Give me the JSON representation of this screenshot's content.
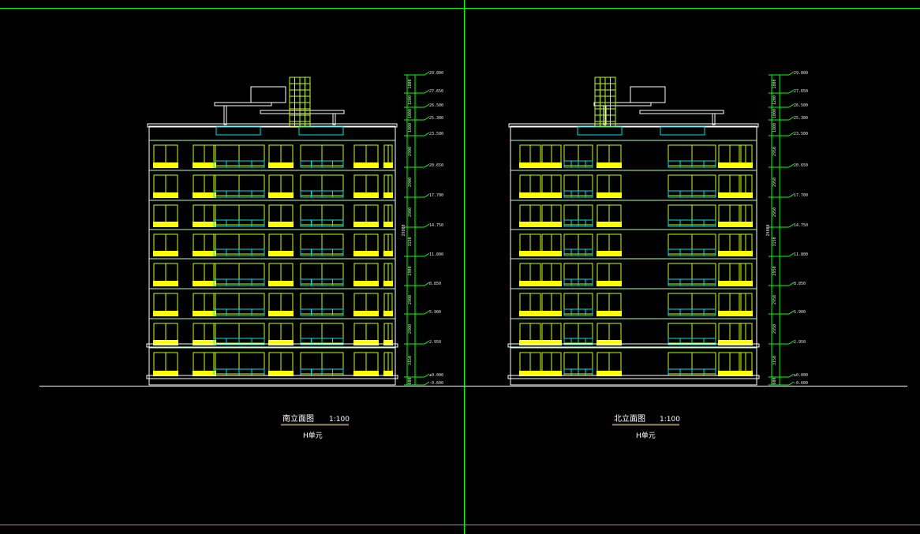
{
  "colors": {
    "background": "#000000",
    "frame": "#00ff00",
    "outline": "#ffffff",
    "window": "#c8ff00",
    "balcony": "#ffff00",
    "railing": "#00e0e0",
    "floor_line": "#b0ffb0",
    "underline": "#9a8560"
  },
  "drawings": [
    {
      "id": "south",
      "title": "南立面图",
      "scale": "1:100",
      "unit": "H单元",
      "dims": [
        "1800",
        "1200",
        "1000",
        "1800",
        "2900",
        "2900",
        "2900",
        "3150",
        "2900",
        "2900",
        "2900",
        "3150",
        "600"
      ],
      "levels": [
        "29.800",
        "27.650",
        "26.500",
        "25.300",
        "23.500",
        "20.650",
        "17.700",
        "14.750",
        "11.800",
        "8.850",
        "5.900",
        "2.950",
        "±0.000",
        "-0.600"
      ],
      "total": "29800"
    },
    {
      "id": "north",
      "title": "北立面图",
      "scale": "1:100",
      "unit": "H单元",
      "dims": [
        "1800",
        "1200",
        "1000",
        "1800",
        "2950",
        "2950",
        "2950",
        "3150",
        "2950",
        "2950",
        "2950",
        "3150",
        "600"
      ],
      "levels": [
        "29.800",
        "27.650",
        "26.500",
        "25.300",
        "23.500",
        "20.650",
        "17.700",
        "14.750",
        "11.800",
        "8.850",
        "5.900",
        "2.950",
        "±0.000",
        "-0.600"
      ],
      "total": "29800"
    }
  ]
}
